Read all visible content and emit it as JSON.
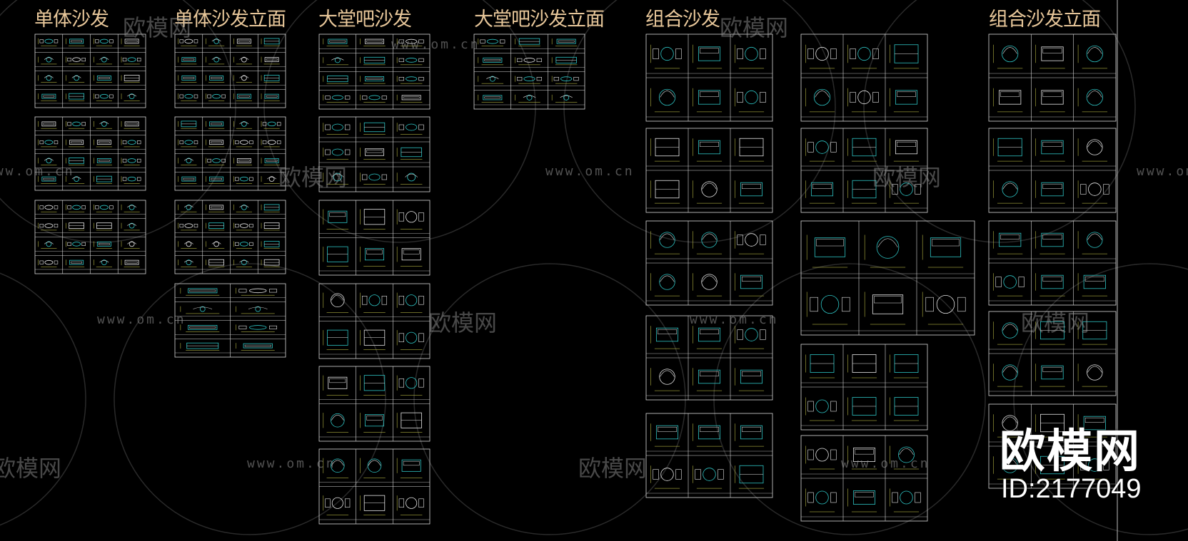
{
  "headings": {
    "single_sofa": "单体沙发",
    "single_sofa_elevation": "单体沙发立面",
    "lobby_bar_sofa": "大堂吧沙发",
    "lobby_bar_sofa_elevation": "大堂吧沙发立面",
    "combo_sofa": "组合沙发",
    "combo_sofa_elevation": "组合沙发立面"
  },
  "watermark": {
    "url": "www.om.cn",
    "brand": "欧模网"
  },
  "logo": {
    "brand": "欧模网",
    "id": "ID:2177049"
  },
  "colors": {
    "background": "#000000",
    "heading": "#e8c79a",
    "frame": "#d9d9d9",
    "furniture_cyan": "#2ec4c4",
    "furniture_white": "#e6e6e6",
    "dimension_yellow": "#d8d850"
  }
}
